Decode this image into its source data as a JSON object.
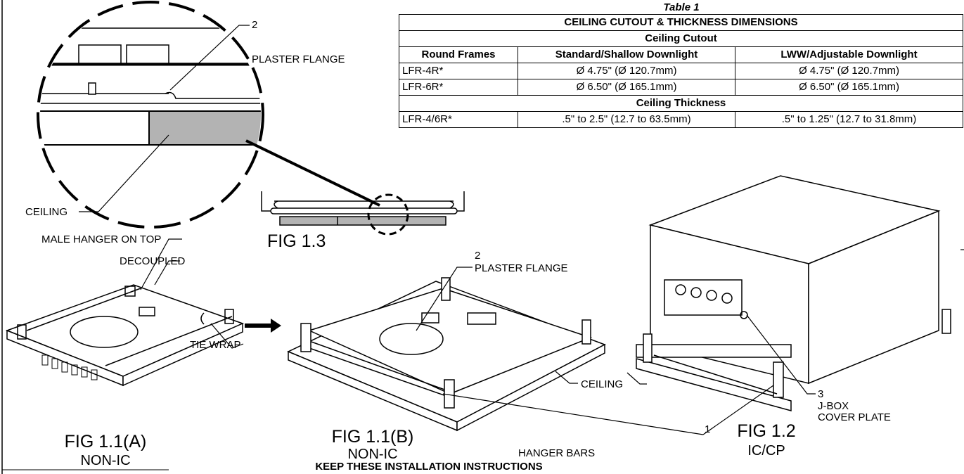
{
  "table": {
    "caption": "Table 1",
    "title": "CEILING CUTOUT & THICKNESS DIMENSIONS",
    "section1": "Ceiling Cutout",
    "headers": [
      "Round Frames",
      "Standard/Shallow Downlight",
      "LWW/Adjustable Downlight"
    ],
    "cutout_rows": [
      [
        "LFR-4R*",
        "Ø 4.75\" (Ø 120.7mm)",
        "Ø 4.75\" (Ø 120.7mm)"
      ],
      [
        "LFR-6R*",
        "Ø 6.50\" (Ø 165.1mm)",
        "Ø 6.50\" (Ø 165.1mm)"
      ]
    ],
    "section2": "Ceiling Thickness",
    "thickness_rows": [
      [
        "LFR-4/6R*",
        ".5\" to 2.5\" (12.7 to 63.5mm)",
        ".5\" to 1.25\" (12.7 to 31.8mm)"
      ]
    ]
  },
  "callouts": {
    "detail_num": "2",
    "detail_flange": "PLASTER FLANGE",
    "ceiling_detail": "CEILING",
    "male_hanger": "MALE HANGER ON TOP",
    "decoupled": "DECOUPLED",
    "tie_wrap": "TIE WRAP",
    "b_num": "2",
    "b_flange": "PLASTER FLANGE",
    "ceiling_b": "CEILING",
    "hanger_num": "1",
    "hanger_bars": "HANGER BARS",
    "jbox_num": "3",
    "jbox": "J-BOX",
    "cover_plate": "COVER PLATE"
  },
  "figures": {
    "fig13": "FIG 1.3",
    "fig11a": "FIG 1.1(A)",
    "fig11a_sub": "NON-IC",
    "fig11b": "FIG 1.1(B)",
    "fig11b_sub": "NON-IC",
    "fig12": "FIG 1.2",
    "fig12_sub": "IC/CP"
  },
  "footer": "KEEP THESE INSTALLATION INSTRUCTIONS"
}
